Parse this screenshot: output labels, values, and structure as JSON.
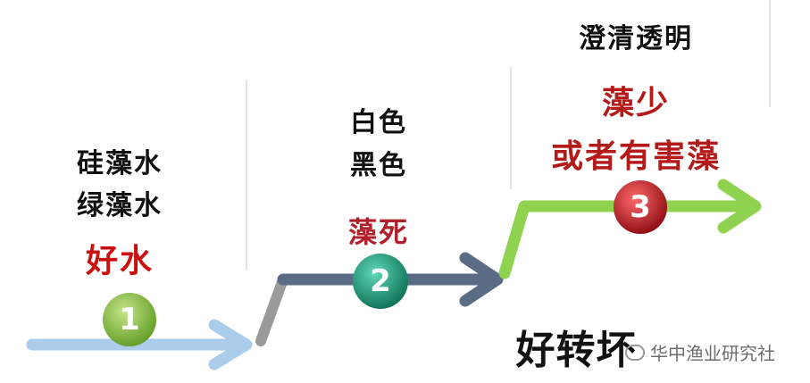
{
  "stages": [
    {
      "number": "1",
      "lines": [
        "硅藻水",
        "绿藻水"
      ],
      "highlight": "好水",
      "highlight_color": "#cc1010",
      "badge_color": "#7dbb35",
      "arrow_color": "#a9cdea"
    },
    {
      "number": "2",
      "lines": [
        "白色",
        "黑色"
      ],
      "highlight": "藻死",
      "highlight_color": "#b0202a",
      "badge_color": "#1e9a7a",
      "arrow_color": "#5a6b84"
    },
    {
      "number": "3",
      "lines": [
        "澄清透明"
      ],
      "highlight_lines": [
        "藻少",
        "或者有害藻"
      ],
      "highlight_color": "#b51a1a",
      "badge_color": "#c0141e",
      "arrow_color": "#8fd24f"
    }
  ],
  "trend_label": "好转坏",
  "connector_color": "#9a9a9a",
  "watermark": {
    "icon": "wechat-icon",
    "text": "华中渔业研究社"
  }
}
